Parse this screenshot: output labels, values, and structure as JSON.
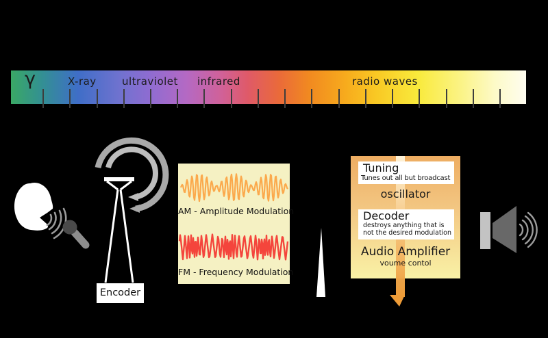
{
  "spectrum": {
    "labels": {
      "gamma": "γ",
      "xray": "X-ray",
      "ultraviolet": "ultraviolet",
      "infrared": "infrared",
      "radio": "radio waves"
    },
    "tick_count": 18
  },
  "encoder": {
    "label": "Encoder"
  },
  "modulation": {
    "am_caption": "AM - Amplitude Modulation",
    "fm_caption": "FM - Frequency Modulation",
    "am_color": "#fba94c",
    "fm_color": "#f4453c"
  },
  "receiver": {
    "tuning_title": "Tuning",
    "tuning_desc": "Tunes out all but broadcast",
    "oscillator": "oscillator",
    "decoder_title": "Decoder",
    "decoder_desc": "destroys anything that is not the desired modulation",
    "amplifier": "Audio Amplifier",
    "volume": "voume contol"
  }
}
